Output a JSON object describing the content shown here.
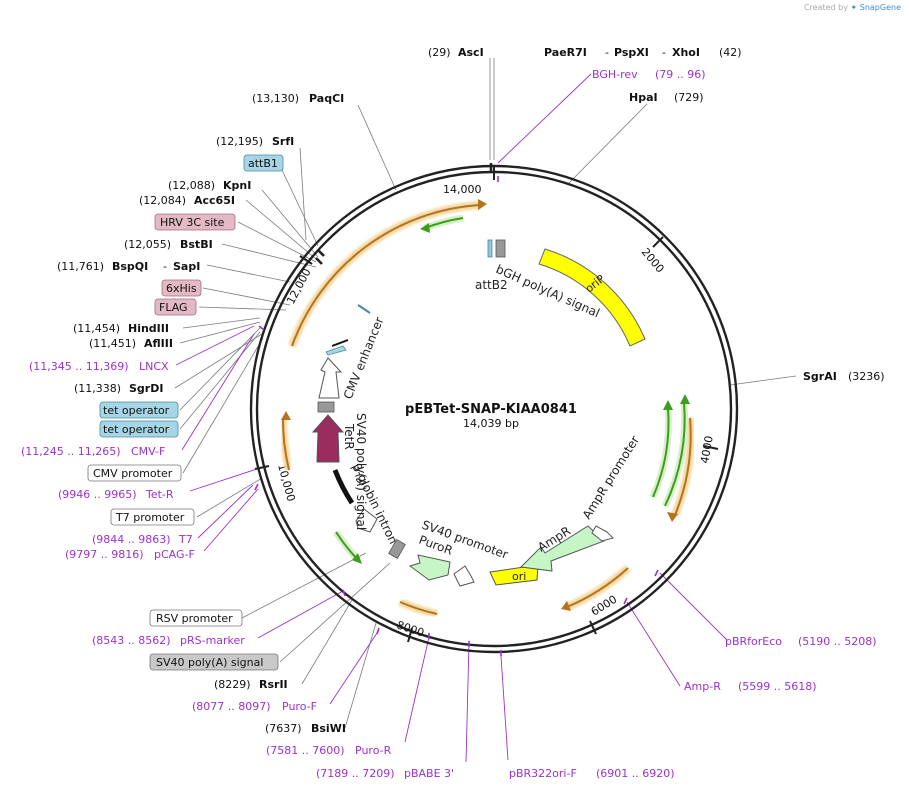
{
  "credit": {
    "prefix": "Created by",
    "brand": "SnapGene",
    "icon": "snapgene-logo-icon"
  },
  "plasmid": {
    "name": "pEBTet-SNAP-KIAA0841",
    "length": "14,039 bp"
  },
  "ruler": [
    "2000",
    "4000",
    "6000",
    "8000",
    "10,000",
    "12,000",
    "14,000"
  ],
  "colors": {
    "enzyme": "#000000",
    "primer": "#9a32cd",
    "oriP": "#ffff00",
    "ori": "#ffff00",
    "tetR": "#9b2d5e",
    "resistance": "#c6f5c6",
    "orf": "#e8a33d",
    "green": "#4caf2a"
  },
  "features": [
    {
      "label": "oriP"
    },
    {
      "label": "ori"
    },
    {
      "label": "AmpR"
    },
    {
      "label": "AmpR promoter"
    },
    {
      "label": "SV40 promoter"
    },
    {
      "label": "PuroR"
    },
    {
      "label": "β-globin intron"
    },
    {
      "label": "TetR"
    },
    {
      "label": "SV40 poly(A) signal"
    },
    {
      "label": "CMV enhancer"
    },
    {
      "label": "bGH poly(A) signal"
    },
    {
      "label": "attB2"
    }
  ],
  "sites": [
    {
      "pos": "(29)",
      "name": "AscI"
    },
    {
      "name": "PaeR7I",
      "sep1": "-",
      "name2": "PspXI",
      "sep2": "-",
      "name3": "XhoI",
      "pos": "(42)"
    },
    {
      "name": "BGH-rev",
      "pos": "(79 .. 96)"
    },
    {
      "name": "HpaI",
      "pos": "(729)"
    },
    {
      "name": "SgrAI",
      "pos": "(3236)"
    },
    {
      "name": "pBRforEco",
      "pos": "(5190 .. 5208)"
    },
    {
      "name": "Amp-R",
      "pos": "(5599 .. 5618)"
    },
    {
      "name": "pBR322ori-F",
      "pos": "(6901 .. 6920)"
    },
    {
      "pos": "(7189 .. 7209)",
      "name": "pBABE 3'"
    },
    {
      "pos": "(7581 .. 7600)",
      "name": "Puro-R"
    },
    {
      "pos": "(7637)",
      "name": "BsiWI"
    },
    {
      "pos": "(8077 .. 8097)",
      "name": "Puro-F"
    },
    {
      "pos": "(8229)",
      "name": "RsrII"
    },
    {
      "name": "SV40 poly(A) signal"
    },
    {
      "pos": "(8543 .. 8562)",
      "name": "pRS-marker"
    },
    {
      "name": "RSV promoter"
    },
    {
      "pos": "(9797 .. 9816)",
      "name": "pCAG-F"
    },
    {
      "pos": "(9844 .. 9863)",
      "name": "T7"
    },
    {
      "name": "T7 promoter"
    },
    {
      "pos": "(9946 .. 9965)",
      "name": "Tet-R"
    },
    {
      "name": "CMV promoter"
    },
    {
      "pos": "(11,245 .. 11,265)",
      "name": "CMV-F"
    },
    {
      "name": "tet operator"
    },
    {
      "name": "tet operator"
    },
    {
      "pos": "(11,338)",
      "name": "SgrDI"
    },
    {
      "pos": "(11,345 .. 11,369)",
      "name": "LNCX"
    },
    {
      "pos": "(11,451)",
      "name": "AflIII"
    },
    {
      "pos": "(11,454)",
      "name": "HindIII"
    },
    {
      "name": "FLAG"
    },
    {
      "name": "6xHis"
    },
    {
      "pos": "(11,761)",
      "name": "BspQI",
      "sep1": "-",
      "name2": "SapI"
    },
    {
      "pos": "(12,055)",
      "name": "BstBI"
    },
    {
      "name": "HRV 3C site"
    },
    {
      "pos": "(12,084)",
      "name": "Acc65I"
    },
    {
      "pos": "(12,088)",
      "name": "KpnI"
    },
    {
      "name": "attB1"
    },
    {
      "pos": "(12,195)",
      "name": "SrfI"
    },
    {
      "pos": "(13,130)",
      "name": "PaqCI"
    }
  ]
}
